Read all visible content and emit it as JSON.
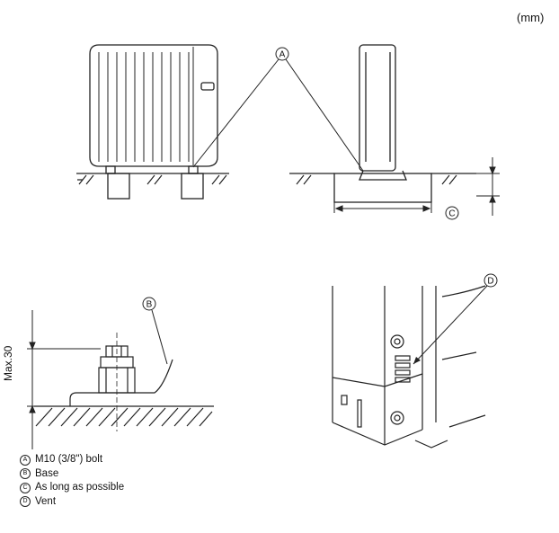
{
  "unit_label": "(mm)",
  "callouts": {
    "a": "A",
    "b": "B",
    "c": "C",
    "d": "D"
  },
  "dimension_label": "Max.30",
  "legend": [
    {
      "marker": "A",
      "text": "M10 (3/8\") bolt"
    },
    {
      "marker": "B",
      "text": "Base"
    },
    {
      "marker": "C",
      "text": "As long as possible"
    },
    {
      "marker": "D",
      "text": "Vent"
    }
  ]
}
